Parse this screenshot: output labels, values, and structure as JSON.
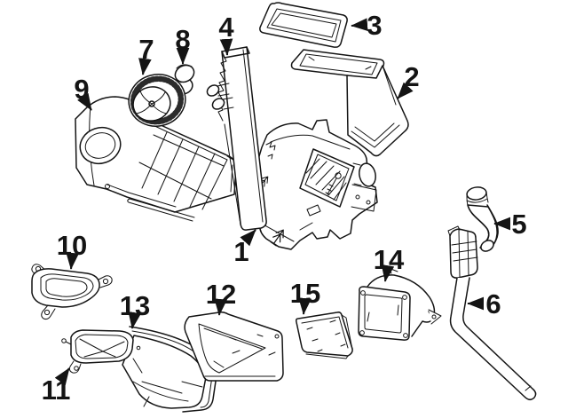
{
  "diagram": {
    "background_color": "#ffffff",
    "line_color": "#141414",
    "callouts": [
      {
        "number": "1"
      },
      {
        "number": "2"
      },
      {
        "number": "3"
      },
      {
        "number": "4"
      },
      {
        "number": "5"
      },
      {
        "number": "6"
      },
      {
        "number": "7"
      },
      {
        "number": "8"
      },
      {
        "number": "9"
      },
      {
        "number": "10"
      },
      {
        "number": "11"
      },
      {
        "number": "12"
      },
      {
        "number": "13"
      },
      {
        "number": "14"
      },
      {
        "number": "15"
      }
    ]
  }
}
